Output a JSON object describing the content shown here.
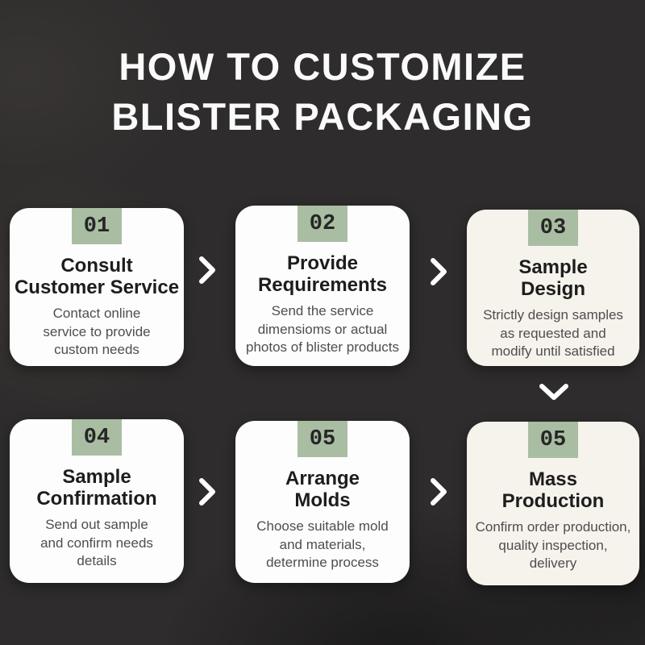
{
  "title": {
    "line1": "HOW TO CUSTOMIZE",
    "line2": "BLISTER PACKAGING"
  },
  "colors": {
    "background": "#2e2c2c",
    "card_white": "#fdfdfd",
    "card_cream": "#f6f2ec",
    "badge_green": "#a9bda2",
    "badge_text": "#262626",
    "step_title_text": "#1d1d1d",
    "step_desc_text": "#4e4e4e",
    "heading_text": "#fafafa",
    "arrow": "#ffffff"
  },
  "steps": [
    {
      "number": "01",
      "title": "Consult Customer Service",
      "title_lines": [
        "Consult",
        "Customer Service"
      ],
      "description": "Contact online service to provide custom needs",
      "desc_lines": [
        "Contact online",
        "service to provide",
        "custom needs"
      ]
    },
    {
      "number": "02",
      "title": "Provide Requirements",
      "title_lines": [
        "Provide",
        "Requirements"
      ],
      "description": "Send the service dimensioms or actual photos of blister products",
      "desc_lines": [
        "Send the service",
        "dimensioms or actual",
        "photos of blister products"
      ]
    },
    {
      "number": "03",
      "title": "Sample Design",
      "title_lines": [
        "Sample",
        "Design"
      ],
      "description": "Strictly design samples as requested and modify until satisfied",
      "desc_lines": [
        "Strictly design samples",
        "as requested and",
        "modify until satisfied"
      ]
    },
    {
      "number": "04",
      "title": "Sample Confirmation",
      "title_lines": [
        "Sample",
        "Confirmation"
      ],
      "description": "Send out sample and confirm needs details",
      "desc_lines": [
        "Send out sample",
        "and confirm needs",
        "details"
      ]
    },
    {
      "number": "05",
      "title": "Arrange Molds",
      "title_lines": [
        "Arrange",
        "Molds"
      ],
      "description": "Choose suitable mold and materials, determine process",
      "desc_lines": [
        "Choose suitable mold",
        "and materials,",
        "determine process"
      ]
    },
    {
      "number": "05",
      "title": "Mass Production",
      "title_lines": [
        "Mass",
        "Production"
      ],
      "description": "Confirm order production, quality inspection, delivery",
      "desc_lines": [
        "Confirm order production,",
        "quality inspection,",
        "delivery"
      ]
    }
  ],
  "arrows": {
    "right_count": 4,
    "down_count": 1,
    "right_icon": "chevron-right",
    "down_icon": "chevron-down"
  }
}
